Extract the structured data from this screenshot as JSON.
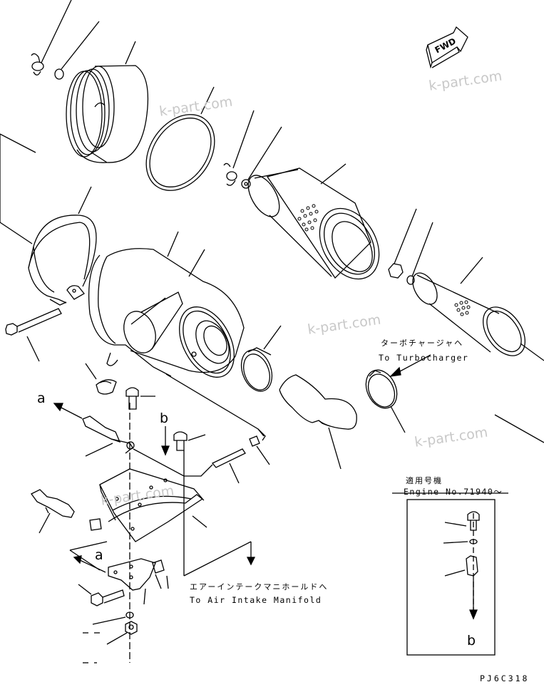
{
  "direction_badge": "FWD",
  "watermarks": [
    "k-part.com",
    "k-part.com",
    "k-part.com",
    "k-part.com",
    "k-part.com"
  ],
  "callouts": {
    "turbocharger_jp": "ターボチャージャヘ",
    "turbocharger_en": "To Turbocharger",
    "manifold_jp": "エアーインテークマニホールドへ",
    "manifold_en": "To Air Intake Manifold"
  },
  "markers": {
    "a_top": "a",
    "a_bottom": "a",
    "b_top": "b",
    "b_inset": "b"
  },
  "inset": {
    "title_jp": "適用号機",
    "title_en": "Engine No.71940〜"
  },
  "drawing_code": "PJ6C318",
  "stroke_color": "#000000",
  "watermark_color": "#c8c8c8"
}
